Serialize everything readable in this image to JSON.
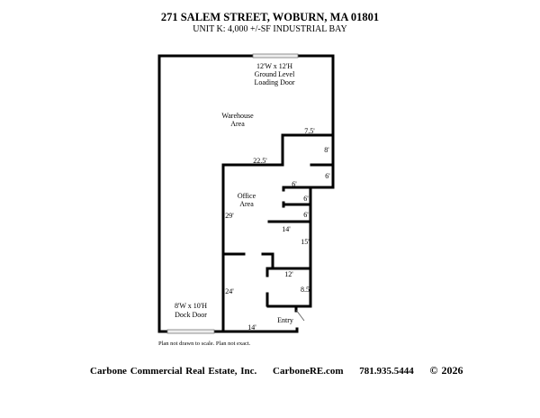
{
  "header": {
    "title": "271 SALEM STREET, WOBURN, MA 01801",
    "subtitle": "UNIT K:  4,000 +/-SF  INDUSTRIAL BAY"
  },
  "plan": {
    "loading_door": [
      "12'W x 12'H",
      "Ground Level",
      "Loading Door"
    ],
    "warehouse": [
      "Warehouse",
      "Area"
    ],
    "office": [
      "Office",
      "Area"
    ],
    "dock_door": [
      "8'W x 10'H",
      "Dock Door"
    ],
    "entry": "Entry",
    "dims": {
      "d75": "7.5'",
      "d8": "8'",
      "d225": "22.5'",
      "d6a": "6'",
      "d6b": "6'",
      "d6c": "6'",
      "d6d": "6'",
      "d29": "29'",
      "d14a": "14'",
      "d15": "15'",
      "d12": "12'",
      "d85": "8.5",
      "d24": "24'",
      "d14b": "14'"
    },
    "note": "Plan not drawn to scale. Plan not exact."
  },
  "footer": {
    "company": "Carbone Commercial Real Estate, Inc.",
    "website": "CarboneRE.com",
    "phone": "781.935.5444",
    "copyright": "© 2026"
  }
}
